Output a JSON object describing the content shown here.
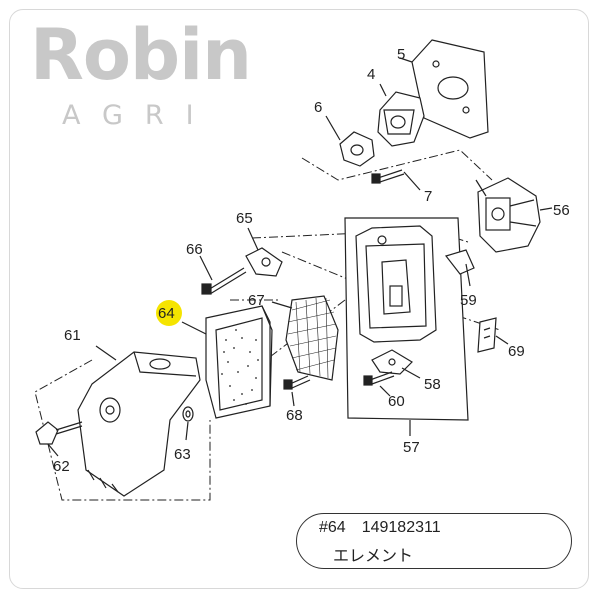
{
  "logo": {
    "word": "Robin",
    "sub": "AGRI"
  },
  "callouts": {
    "c4": "4",
    "c5": "5",
    "c6": "6",
    "c7": "7",
    "c56": "56",
    "c57": "57",
    "c58": "58",
    "c59": "59",
    "c60": "60",
    "c61": "61",
    "c62": "62",
    "c63": "63",
    "c64": "64",
    "c65": "65",
    "c66": "66",
    "c67": "67",
    "c68": "68",
    "c69": "69"
  },
  "highlight": {
    "part": "64",
    "color": "#f5e400"
  },
  "info": {
    "number": "#64",
    "part_no": "149182311",
    "name": "エレメント"
  }
}
